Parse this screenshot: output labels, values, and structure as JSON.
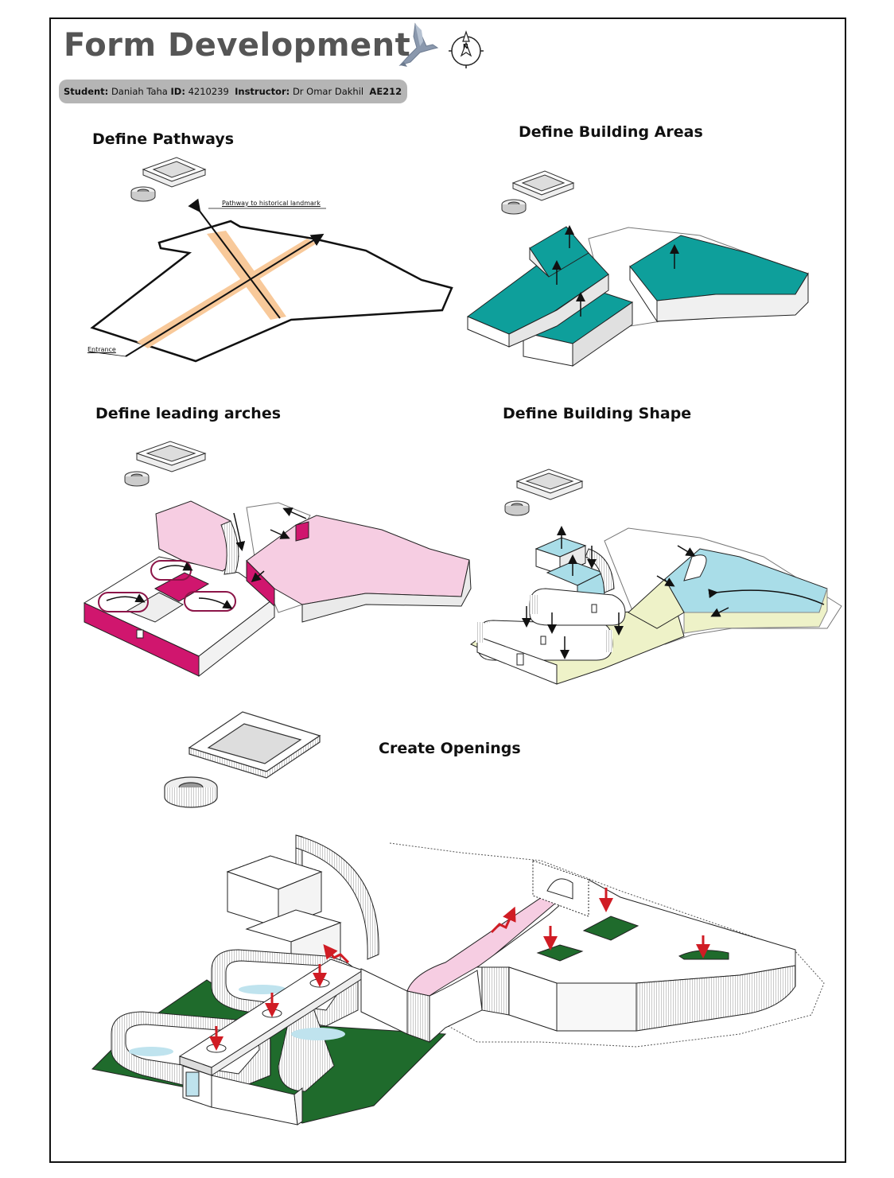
{
  "header": {
    "title": "Form Development",
    "student_label": "Student:",
    "student_name": "Daniah Taha",
    "id_label": "ID:",
    "id_value": "4210239",
    "instructor_label": "Instructor:",
    "instructor_name": "Dr Omar Dakhil",
    "course": "AE212",
    "icons": [
      "dove-icon",
      "compass-north-icon"
    ],
    "north_letter": "N"
  },
  "sections": {
    "pathways": {
      "title": "Define Pathways",
      "label_landmark": "Pathway to historical landmark",
      "label_entrance": "Entrance"
    },
    "building_areas": {
      "title": "Define Building Areas"
    },
    "leading_arches": {
      "title": "Define leading arches"
    },
    "building_shape": {
      "title": "Define Building Shape"
    },
    "openings": {
      "title": "Create Openings"
    }
  },
  "colors": {
    "pathway": "#f8c99a",
    "teal": "#0e9f9b",
    "pink_light": "#f6cde2",
    "magenta": "#d0166e",
    "light_blue": "#a9dde8",
    "pale_yellow": "#eef2c8",
    "green": "#1f6b2c",
    "arrow_red": "#d01c24",
    "pool_blue": "#bfe3ee"
  }
}
